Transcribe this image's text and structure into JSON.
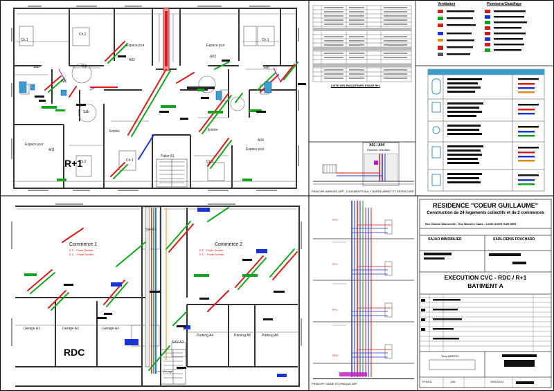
{
  "colors": {
    "hot": "#d81b1b",
    "green": "#12a51c",
    "blue": "#1a33d6",
    "wall": "#333333",
    "cyan": "#3aa0c8",
    "magenta": "#c010c0",
    "orange": "#e08a10"
  },
  "floor_r1": {
    "level_label": "R+1",
    "rooms": {
      "ch1_a": "Ch.1",
      "ch2": "Ch.2",
      "espace_jour_top": "Espace jour",
      "a02": "A02",
      "a03": "A03",
      "espace_jour_top2": "Espace jour",
      "ch1_b": "Ch.1",
      "sdb_a": "Sdb",
      "dgt": "Dgt",
      "wc": "WC",
      "sdb_b": "Sdb",
      "sdb_c": "Sdb",
      "entree_a": "Entrée",
      "entree_b": "Entrée",
      "espace_jour_left": "Espace jour",
      "a01": "A01",
      "ch2_b": "Ch.2",
      "ch1_c": "Ch.1",
      "palier": "Palier A1",
      "ch1_d": "Ch.1",
      "espace_jour_right": "Espace jour",
      "a04": "A04"
    }
  },
  "floor_rdc": {
    "level_label": "RDC",
    "rooms": {
      "commerce1": "Commerce 1",
      "commerce2": "Commerce 2",
      "garage_a1": "Garage A1",
      "garage_a2": "Garage A2",
      "garage_a3": "Garage A3",
      "parking_a4": "Parking A4",
      "parking_a5": "Parking A5",
      "parking_a6": "Parking A6",
      "sas_a1": "Sas A1",
      "sas_a2": "SAS A2",
      "local_tech": "Loc. Ménage"
    },
    "notes": {
      "c1_ef": "E.F. : Poste Dentier",
      "c1_ec": "E.C. : Poste Dentier",
      "c2_ef": "E.F. : Poste Dentier",
      "c2_ec": "E.C. : Poste Dentier"
    }
  },
  "radiator_list": {
    "caption": "LISTE DES RADIATEURS ETAGE R+1"
  },
  "legend_header": {
    "ventilation": "Ventilation",
    "plumbing": "Plomberie/Chauffage"
  },
  "detail": {
    "title": "A01 / A04",
    "subtitle": "Plancher chauffant",
    "caption": "PRINCIPE ARRIVEE AEP - LOGEMENTS A01 Y BARRE ARRET ET ENTRACARD"
  },
  "riser": {
    "levels": [
      "R+3",
      "R+2",
      "R+1",
      "RDC"
    ],
    "caption": "PRINCIPE GAINE TECHNIQUE AEP"
  },
  "title_block": {
    "project": "RESIDENCE \"COEUR GUILLAUME\"",
    "description": "Construction de 24 logements collectifs et de 2 commerces",
    "address": "Rue Gaston Manneville - Rue Blanche Caste - 14150 DIVES SUR MER",
    "client": "SAJAO IMMOBILIER",
    "architect": "SARL DENIS FOUCHARD",
    "phase": "EXECUTION CVC - RDC / R+1",
    "building": "BATIMENT A",
    "drawn_by": "Tony MARTEL",
    "plan_no": "FF0001",
    "scale": "1/50",
    "date": "29/01/2017"
  }
}
